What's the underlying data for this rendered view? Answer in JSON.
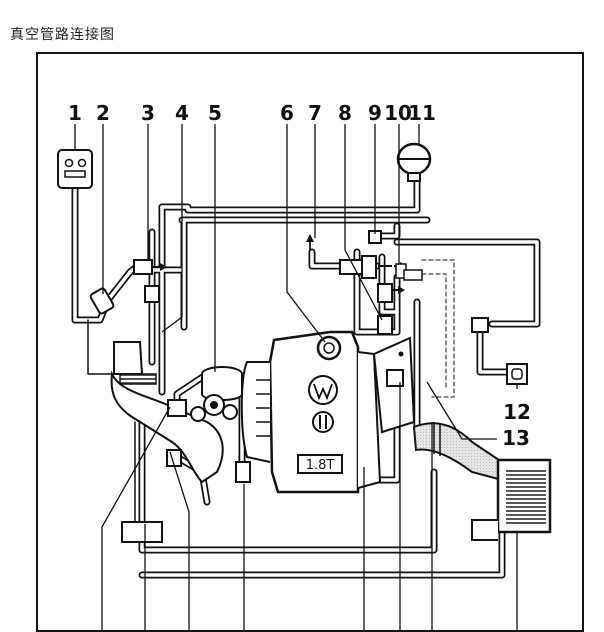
{
  "caption": "真空管路连接图",
  "diagram": {
    "callouts": [
      "1",
      "2",
      "3",
      "4",
      "5",
      "6",
      "7",
      "8",
      "9",
      "10",
      "11",
      "12",
      "13"
    ],
    "engine_badge": "1.8T"
  }
}
